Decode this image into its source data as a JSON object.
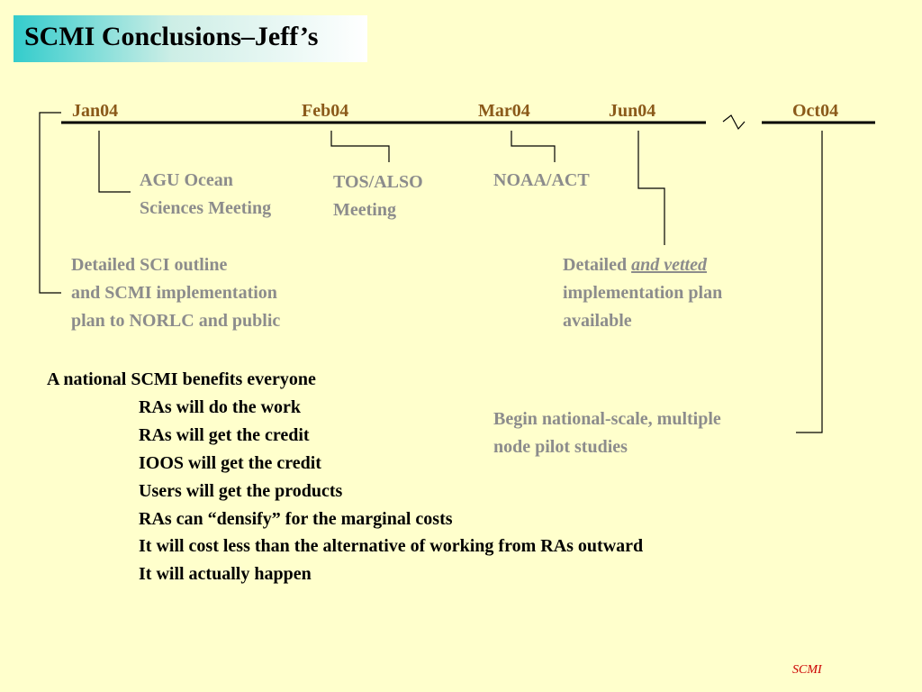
{
  "title": "SCMI Conclusions–Jeff’s",
  "timeline": {
    "months": [
      "Jan04",
      "Feb04",
      "Mar04",
      "Jun04",
      "Oct04"
    ]
  },
  "notes": {
    "agu": [
      "AGU Ocean",
      "Sciences Meeting"
    ],
    "tos": [
      "TOS/ALSO",
      "Meeting"
    ],
    "noaa": [
      "NOAA/ACT"
    ],
    "sci_outline": [
      "Detailed SCI outline",
      "and SCMI implementation",
      "plan to NORLC and public"
    ],
    "vetted": {
      "prefix": "Detailed ",
      "emphasis": "and vetted",
      "lines": [
        "implementation plan",
        "available"
      ]
    },
    "pilot": [
      "Begin national-scale, multiple",
      "node pilot studies"
    ]
  },
  "conclusions": {
    "heading": "A national SCMI benefits everyone",
    "items": [
      "RAs will do the work",
      "RAs will get the credit",
      "IOOS will get the credit",
      "Users will get the products",
      "RAs can “densify” for the marginal costs",
      "It will cost less than the alternative of working from RAs outward",
      "It will actually happen"
    ]
  },
  "footer": "SCMI",
  "colors": {
    "background": "#ffffcc",
    "month_text": "#8b5a1a",
    "note_text": "#8c8c8c",
    "footer_text": "#cc0000",
    "title_gradient_start": "#33cccc"
  }
}
